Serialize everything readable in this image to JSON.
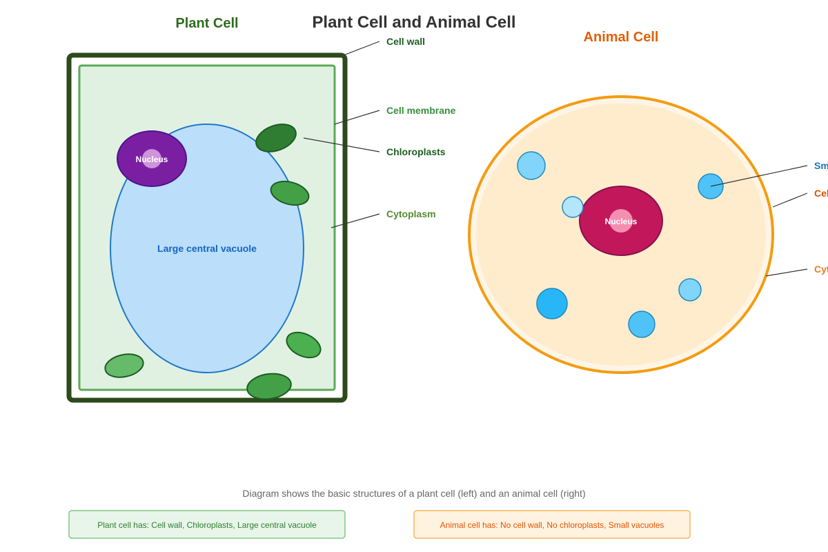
{
  "title": "Plant Cell and Animal Cell",
  "plant": {
    "heading": "Plant Cell",
    "vacuole_label": "Large central vacuole",
    "nucleus_label": "Nucleus",
    "callouts": {
      "cell_wall": "Cell wall",
      "cell_membrane": "Cell membrane",
      "chloroplasts": "Chloroplasts",
      "cytoplasm": "Cytoplasm"
    },
    "summary": "Plant cell has: Cell wall, Chloroplasts, Large central vacuole"
  },
  "animal": {
    "heading": "Animal Cell",
    "nucleus_label": "Nucleus",
    "callouts": {
      "small_vacuoles": "Sm",
      "cell_membrane": "Cel",
      "cytoplasm": "Cyt"
    },
    "summary": "Animal cell has: No cell wall, No chloroplasts, Small vacuoles"
  },
  "caption": "Diagram shows the basic structures of a plant cell (left) and an animal cell (right)",
  "colors": {
    "title": "#333333",
    "plant_heading": "#2e6b1f",
    "animal_heading": "#e0600a",
    "cell_wall": "#2d4a1c",
    "plant_membrane": "#5aaa57",
    "plant_cytoplasm": "#e1f1e1",
    "vacuole_fill": "#bbdefb",
    "vacuole_stroke": "#1e78c9",
    "vacuole_text": "#1565c0",
    "plant_nucleus": "#7b1fa2",
    "chloroplast_dark": "#2e7d32",
    "chloroplast_mid": "#43a047",
    "chloroplast_light": "#66bb6a",
    "animal_membrane": "#f39c12",
    "animal_cytoplasm": "#ffeccc",
    "animal_nucleus": "#c2185b",
    "animal_vacuole_stroke": "#1f8ac0",
    "callout_dark_green": "#1b5e20",
    "callout_green": "#388e3c",
    "callout_olive": "#558b2f",
    "callout_blue": "#1577b5",
    "callout_orange": "#d35400",
    "caption": "#666666",
    "plant_box_fill": "#e8f5e9",
    "plant_box_stroke": "#81c784",
    "plant_box_text": "#2e7d32",
    "animal_box_fill": "#fff3e0",
    "animal_box_stroke": "#f5b55b",
    "animal_box_text": "#e65100"
  }
}
